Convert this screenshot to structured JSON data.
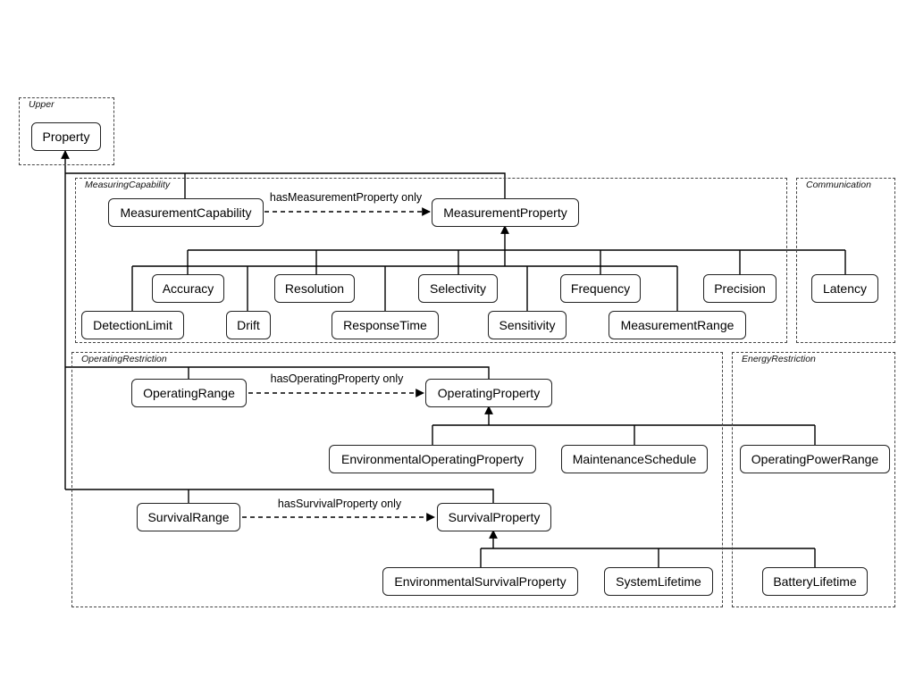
{
  "groups": {
    "upper": "Upper",
    "measuring_capability": "MeasuringCapability",
    "communication": "Communication",
    "operating_restriction": "OperatingRestriction",
    "energy_restriction": "EnergyRestriction"
  },
  "nodes": {
    "property": "Property",
    "measurement_capability": "MeasurementCapability",
    "measurement_property": "MeasurementProperty",
    "accuracy": "Accuracy",
    "resolution": "Resolution",
    "selectivity": "Selectivity",
    "frequency": "Frequency",
    "precision": "Precision",
    "latency": "Latency",
    "detection_limit": "DetectionLimit",
    "drift": "Drift",
    "response_time": "ResponseTime",
    "sensitivity": "Sensitivity",
    "measurement_range": "MeasurementRange",
    "operating_range": "OperatingRange",
    "operating_property": "OperatingProperty",
    "environmental_operating_property": "EnvironmentalOperatingProperty",
    "maintenance_schedule": "MaintenanceSchedule",
    "operating_power_range": "OperatingPowerRange",
    "survival_range": "SurvivalRange",
    "survival_property": "SurvivalProperty",
    "environmental_survival_property": "EnvironmentalSurvivalProperty",
    "system_lifetime": "SystemLifetime",
    "battery_lifetime": "BatteryLifetime"
  },
  "relations": {
    "has_measurement_property": "hasMeasurementProperty only",
    "has_operating_property": "hasOperatingProperty only",
    "has_survival_property": "hasSurvivalProperty only"
  }
}
